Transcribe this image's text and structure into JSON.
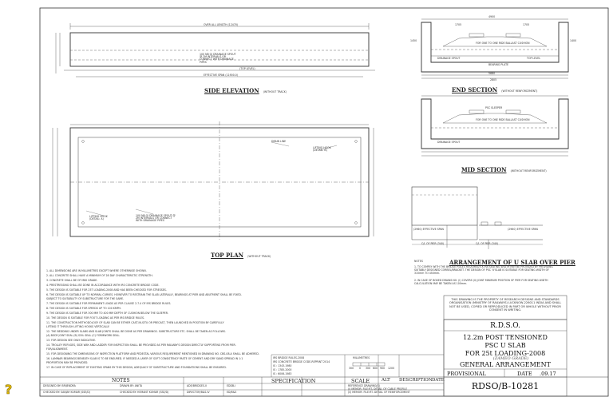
{
  "views": {
    "side_elevation": {
      "title": "SIDE ELEVATION",
      "note": "(WITHOUT TRACK)",
      "overall_length": "OVER ALL LENGTH (12470)",
      "effective_span": "EFFECTIVE SPAN (11900.0)",
      "drain_note": "100 NB GI DRAINAGE SPOUT @ 2M INTERVALS OR CONNECT WITH DRAINAGE PIPES",
      "level_label": "(TOP LEVEL)"
    },
    "end_section": {
      "title": "END SECTION",
      "note": "(WITHOUT RENFORCEMENT)",
      "dims": [
        "4900",
        "1705",
        "1705",
        "1450",
        "1400",
        "5680",
        "2805"
      ],
      "labels": [
        "FOR ONE TO ONE RIDE BALLAST CUSHION",
        "DRAINAGE SPOUT",
        "TOP LEVEL",
        "BEARING PLATE"
      ]
    },
    "mid_section": {
      "title": "MID SECTION",
      "note": "(WITHOUT RENFORCEMENT)",
      "labels": [
        "PSC SLEEPER",
        "FOR ONE TO ONE RIDE BALLAST CUSHION",
        "DRAINAGE SPOUT"
      ]
    },
    "top_plan": {
      "title": "TOP PLAN",
      "note": "(WITHOUT TRACK)",
      "labels": [
        "LIFTING HOOK (DETAIL: A)",
        "LIFTING HOOK (DETAIL: B)",
        "100 NB GI DRAINAGE SPOUT @ 2M INTERVALS OR CONNECT WITH DRAINAGE PIPES",
        "DRAIN LINE"
      ]
    },
    "arrangement": {
      "title": "ARRANGEMENT OF U SLAB OVER PIER",
      "labels": [
        "C/L OF PIER (340)",
        "C/L OF PIER (340)",
        "(2960) EFFECTIVE SPAN",
        "(2960) EFFECTIVE SPAN"
      ]
    }
  },
  "notes_heading": "NOTES",
  "notes": [
    "1. ALL DIMENSIONS ARE IN MILLIMETRES EXCEPT WHERE OTHERWISE SHOWN.",
    "2. ALL CONCRETE SHALL HAVE A MINIMUM OF 28 DAY CHARACTERISTIC STRENGTH.",
    "3. CONCRETE SHALL BE OF M60 GRADE.",
    "4. PRESTRESSING SHALL BE DONE IN ACCORDANCE WITH IRS CONCRETE BRIDGE CODE.",
    "5. THE DESIGN IS SUITABLE FOR 25T LOADING-2008 AND HAS BEEN CHECKED FOR STRESSES.",
    "6. THE DESIGN IS SUITABLE UP TO NORMAL CURVES. HOWEVER TO RESTRAIN THE SLAB LATERALLY, BEARINGS AT PIER AND ABUTMENT SHALL BE FIXED.",
    "   SUBJECT TO SUITABILITY OF SUBSTRUCTURE FOR THE SAME.",
    "7. THE DESIGN IS SUITABLE FOR PERMANENT LOADS AS PER CLAUSE 2.7.4 OF IRS BRIDGE RULES.",
    "8. THE DESIGN IS SUITABLE FOR SPEEDS UP TO 100 KMPH.",
    "9. THE DESIGN IS SUITABLE FOR 300 MM TO 400 MM DEPTH OF CUSHION BELOW THE SLEEPER.",
    "10. THE DESIGN IS SUITABLE FOR FOOT LOADING AS PER IRS BRIDGE RULES.",
    "11. THE CONSTRUCTION METHODOLOGY OF SLAB CAN BE EITHER CAST-IN-SITU OR PRECAST, THEN LAUNCHED IN POSITION BY CAREFULLY",
    "    LIFTING IT THROUGH LIFTING HOOKS VERTICALLY.",
    "12. THE BEDDING UNDER SLABS AND SLAB JOINTS SHALL BE DONE AS PER DRAWINGS. SUBSTRUCTURE ETC. SHALL BE TAKEN AS FOLLOWS.",
    "    (A) BODY JOINT SEAL (B) SOIL SEAL (C) FORMWORK SEAL.",
    "13. FOR DESIGN SEE ONLY INDICATIVE.",
    "14. TROLLEY REFUGES, SIDE WAY AND LADDER FOR INSPECTION SHALL BE PROVIDED AS PER RAILWAY'S DESIGN DIRECTLY SUPPORTING FROM PIER.",
    "    FOR/ALIGNMENT.",
    "15. FOR DESIGNING THE DIMENSIONS OF INSPECTION PLATFORM AND PEDESTAL VARIOUS REQUIREMENT MENTIONED IN DRAWING NO. CBS-08-A SHALL BE ADHERED.",
    "16. LAMINAR BEARINGS BENEATH SLAB IS TO BE ENSURED. IF NEEDED A LAYER OF SOFT CONSISTENCY PASTE OF CEMENT AND DRY SAND SPREAD IN 1:1",
    "    PROPORTION MAY BE PROVIDED.",
    "17. IN CASE OF REPLACEMENT OF EXISTING SPANS BY THIS DESIGN, ADEQUACY OF SUBSTRUCTURE AND FOUNDATIONS SHALL BE ENSURED."
  ],
  "arrangement_notes": {
    "heading": "NOTES",
    "items": [
      "1. TO COMPLY WITH THE BRIDGE RULES REQUIRED EXTRA SEATING WIDTH MAY BE PROVIDED BY PROVIDING SUITABLY DESIGNED CORBEL/BRACKET. THE DESIGN OF PSC 'U'SLAB IS SUITABLE FOR SEATING WIDTH OF 315mm TO 450mm.",
      "2. IN CASE OF BOXED DRAINS NO. (I) COVERS (II) JOINT MINIMUM POSITION OF PIER FOR SEATING WIDTH CALCULATION MAY BE TAKEN AS 100mm."
    ]
  },
  "spec": {
    "lines": [
      "IRS BRIDGE RULES-2008",
      "IRS CONCRETE BRIDGE CODE-REPRINT 2014",
      "IS : 1343-1980",
      "IS : 1785-2000",
      "IS : 6006-1983"
    ],
    "heading": "SPECIFICATION"
  },
  "scale": {
    "unit": "MILLIMETRES",
    "ticks": [
      "300",
      "0",
      "300",
      "600",
      "900",
      "1200"
    ],
    "heading": "SCALE"
  },
  "alt_heading": "ALT",
  "description_heading": "DESCRIPTION",
  "date_heading": "DATE",
  "alt_entries": [
    "REFERENCE DRAWING(S)",
    "(i) MEMOR: FILE:RT-    DETAIL OF CABLE PROFILE",
    "(ii) MEMOR: FILE:RT-    DETAIL OF REINFORCEMENT"
  ],
  "signatures": [
    {
      "label": "DESIGNED BY: BRIJENDRA",
      "role": "DRAWN BY: ANITA"
    },
    {
      "label": "CHECKED BY: SANJAY KUMAR (SSE/D)",
      "role": "CHECKED BY: HEMANT KUMAR (SSE/D)"
    },
    {
      "label": "ADE/BRIDGES-II",
      "role": "DIRECTOR/B&S-IV"
    },
    {
      "label": "EDDB-I",
      "role": "ED/B&S"
    }
  ],
  "titleblock": {
    "property_note": "THIS DRAWING IS THE PROPERTY OF RESEARCH DESIGNS AND STANDARDS ORGANISATION (MINISTRY OF RAILWAYS) LUCKNOW-226011 INDIA AND SHALL NOT BE USED, COPIED OR REPRODUCED IN PART OR WHOLE WITHOUT PRIOR CONSENT IN WRITING.",
    "org": "R.D.S.O.",
    "title1": "12.2m POST TENSIONED",
    "title2": "PSC U SLAB",
    "title3": "FOR 25t LOADING-2008",
    "title3b": "(ZAMEO GRADE)",
    "title4": "GENERAL ARRANGEMENT",
    "status": "PROVISIONAL",
    "date_label": "DATE",
    "date_value": ".09.17",
    "drawing_no": "RDSO/B-10281"
  },
  "icons": [
    "help-icon"
  ]
}
